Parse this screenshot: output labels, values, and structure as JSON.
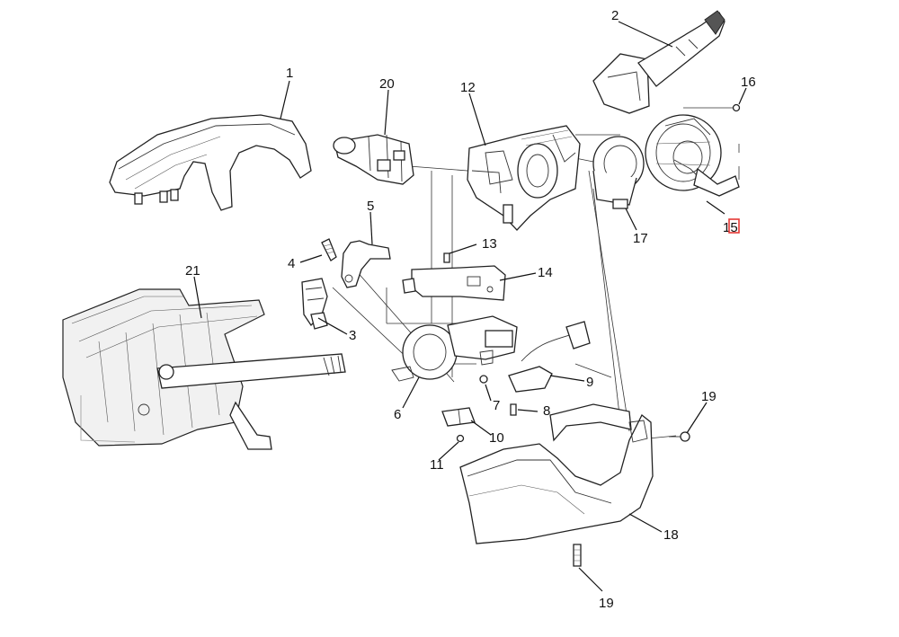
{
  "callouts": {
    "c1": "1",
    "c2": "2",
    "c3": "3",
    "c4": "4",
    "c5": "5",
    "c6": "6",
    "c7": "7",
    "c8": "8",
    "c9": "9",
    "c10": "10",
    "c11": "11",
    "c12": "12",
    "c13": "13",
    "c14": "14",
    "c15": "15",
    "c16": "16",
    "c17": "17",
    "c18": "18",
    "c19a": "19",
    "c19b": "19",
    "c20": "20",
    "c21": "21"
  },
  "colors": {
    "highlight": "#e53935",
    "line": "#222222"
  }
}
